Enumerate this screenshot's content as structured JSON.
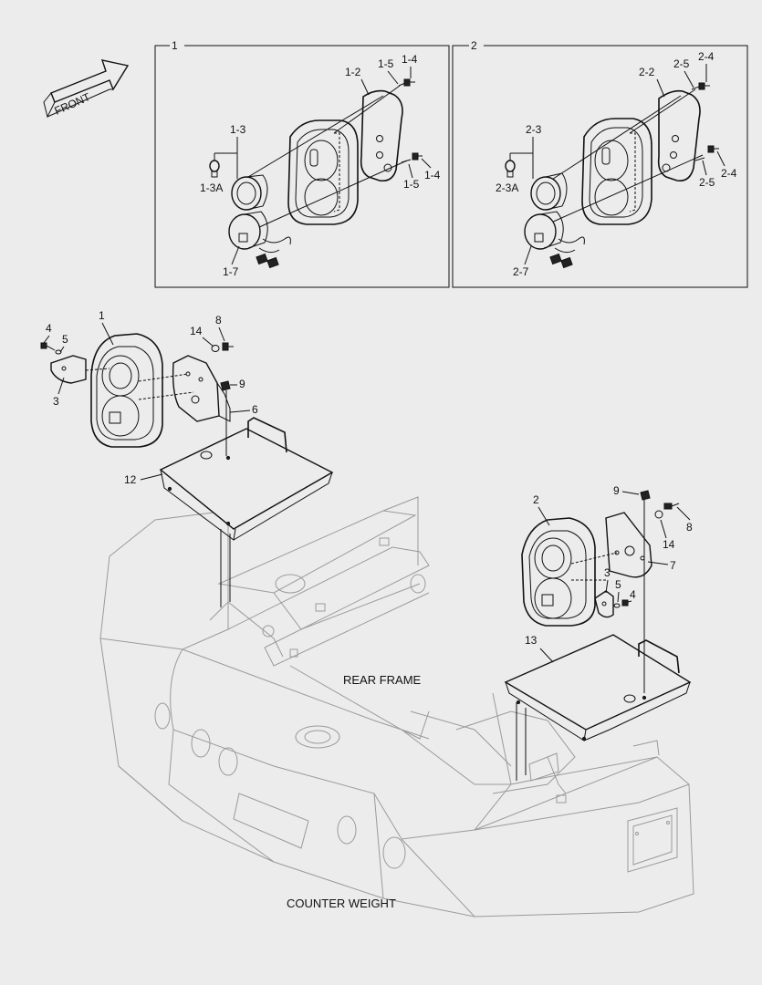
{
  "detail_boxes": [
    {
      "label": "1",
      "callouts": [
        "1-2",
        "1-5",
        "1-4",
        "1-3",
        "1-3A",
        "1-5",
        "1-4",
        "1-7"
      ]
    },
    {
      "label": "2",
      "callouts": [
        "2-2",
        "2-5",
        "2-4",
        "2-3",
        "2-3A",
        "2-4",
        "2-5",
        "2-7"
      ]
    }
  ],
  "front_arrow": {
    "label": "FRONT"
  },
  "left_lamp_callouts": [
    "1",
    "4",
    "5",
    "3",
    "14",
    "8",
    "9",
    "6",
    "12"
  ],
  "right_lamp_callouts": [
    "2",
    "9",
    "14",
    "8",
    "7",
    "3",
    "5",
    "4",
    "13"
  ],
  "rear_frame_label": "REAR FRAME",
  "counter_weight_label": "COUNTER WEIGHT"
}
